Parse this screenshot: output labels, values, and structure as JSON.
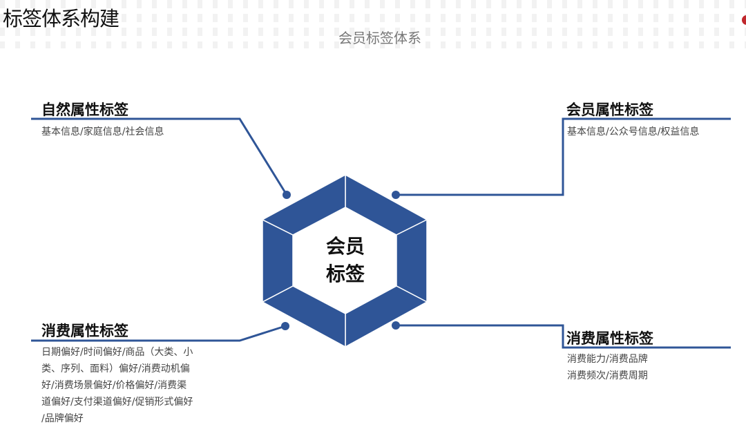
{
  "title": "标签体系构建",
  "subtitle": "会员标签体系",
  "center": {
    "line1": "会员",
    "line2": "标签"
  },
  "colors": {
    "accent": "#2f5597",
    "brand_dot": "#c0282d"
  },
  "groups": [
    {
      "heading": "自然属性标签",
      "lines": [
        "基本信息/家庭信息/社会信息"
      ]
    },
    {
      "heading": "会员属性标签",
      "lines": [
        "基本信息/公众号信息/权益信息"
      ]
    },
    {
      "heading": "消费属性标签",
      "lines": [
        "日期偏好/时间偏好/商品（大类、小",
        "类、序列、面料）偏好/消费动机偏",
        "好/消费场景偏好/价格偏好/消费渠",
        "道偏好/支付渠道偏好/促销形式偏好",
        "/品牌偏好"
      ]
    },
    {
      "heading": "消费属性标签",
      "lines": [
        "消费能力/消费品牌",
        "消费频次/消费周期"
      ]
    }
  ]
}
